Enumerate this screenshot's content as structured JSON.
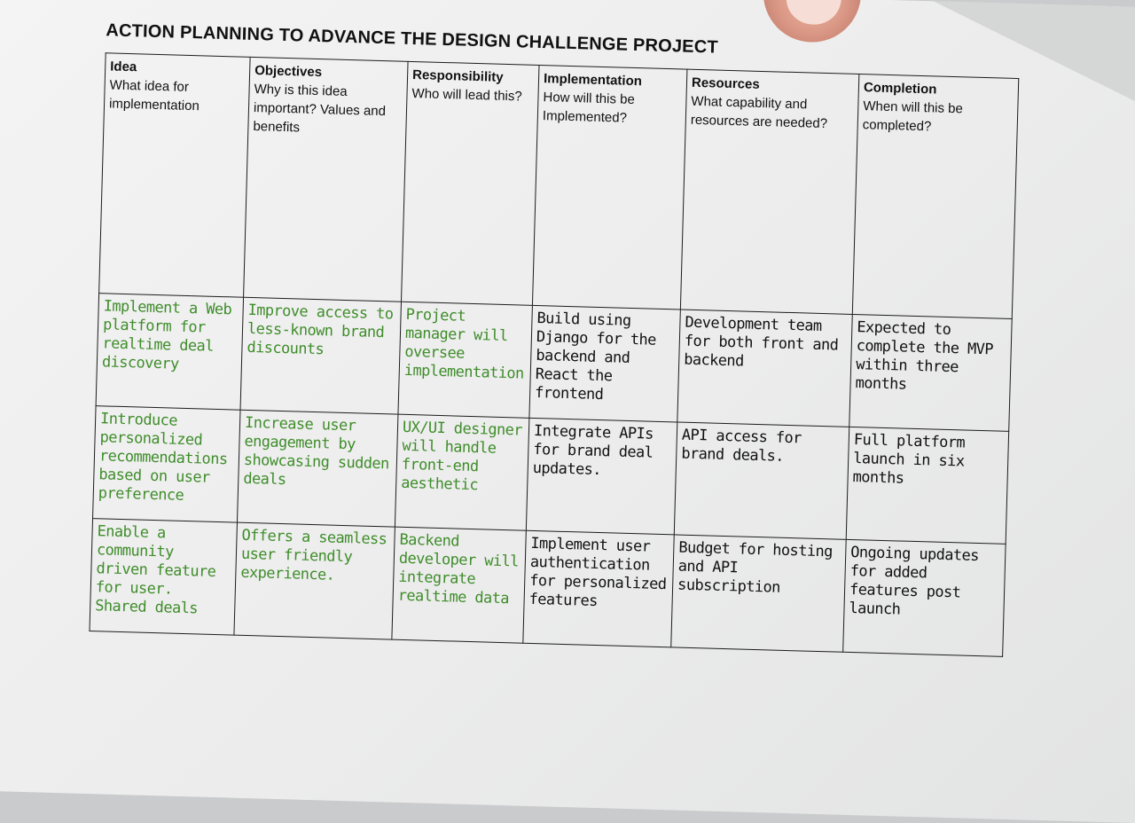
{
  "title": "ACTION PLANNING TO ADVANCE THE DESIGN CHALLENGE PROJECT",
  "columns": [
    {
      "heading": "Idea",
      "subheading": "What idea for implementation"
    },
    {
      "heading": "Objectives",
      "subheading": "Why is this idea important? Values and benefits"
    },
    {
      "heading": "Responsibility",
      "subheading": "Who will lead this?"
    },
    {
      "heading": "Implementation",
      "subheading": "How will this be Implemented?"
    },
    {
      "heading": "Resources",
      "subheading": "What capability and resources are needed?"
    },
    {
      "heading": "Completion",
      "subheading": "When will this be completed?"
    }
  ],
  "rows": [
    {
      "idea": "Implement a Web platform for realtime deal discovery",
      "objectives": "Improve access to less-known brand discounts",
      "responsibility": "Project manager will oversee implementation",
      "implementation": "Build using Django for the backend and React the frontend",
      "resources": "Development team for both front and backend",
      "completion": "Expected to complete the MVP within three months"
    },
    {
      "idea": "Introduce personalized recommendations based on user preference",
      "objectives": "Increase user engagement by showcasing sudden deals",
      "responsibility": "UX/UI designer will handle front-end aesthetic",
      "implementation": "Integrate APIs for brand deal updates.",
      "resources": "API access for brand deals.",
      "completion": "Full platform launch in six months"
    },
    {
      "idea": "Enable a community driven feature for user. Shared deals",
      "objectives": "Offers a seamless user friendly experience.",
      "responsibility": "Backend developer will integrate realtime data",
      "implementation": "Implement user authentication for personalized features",
      "resources": "Budget for hosting and API subscription",
      "completion": "Ongoing updates for added features post launch"
    }
  ],
  "colors": {
    "ink_green": "#3f8d2b",
    "ink_black": "#111111"
  }
}
